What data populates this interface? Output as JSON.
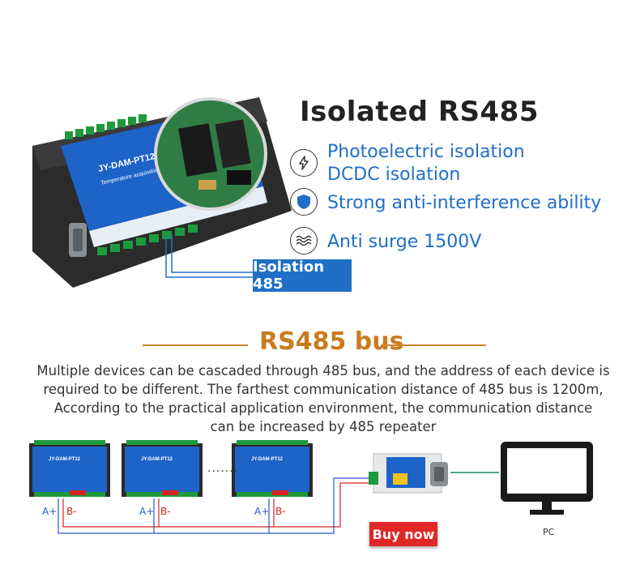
{
  "hero": {
    "title": "Isolated RS485",
    "device_label": "JY-DAM-PT12",
    "device_sublabel": "Temperature acquisition",
    "features": [
      {
        "icon": "lightning-icon",
        "lines": [
          "Photoelectric isolation",
          "DCDC isolation"
        ]
      },
      {
        "icon": "shield-icon",
        "lines": [
          "Strong anti-interference ability"
        ]
      },
      {
        "icon": "surge-icon",
        "lines": [
          "Anti surge 1500V"
        ]
      }
    ],
    "badge": "Isolation 485"
  },
  "bus": {
    "title": "RS485 bus",
    "description": [
      "Multiple devices can be cascaded through 485 bus, and the address of each device is",
      "required to be different. The farthest communication distance of 485 bus is 1200m,",
      "According to the practical application environment, the communication distance",
      "can be increased by 485 repeater"
    ],
    "module_label": "JY-DAM-PT12",
    "a_label": "A+",
    "b_label": "B-",
    "ellipsis": ".......",
    "buy_button": "Buy now",
    "pc_label": "PC"
  },
  "colors": {
    "accent_blue": "#1f6fc6",
    "gold": "#c97a1e",
    "wire_red": "#d42424",
    "wire_blue": "#2a55c6",
    "buy_red": "#e02828"
  }
}
